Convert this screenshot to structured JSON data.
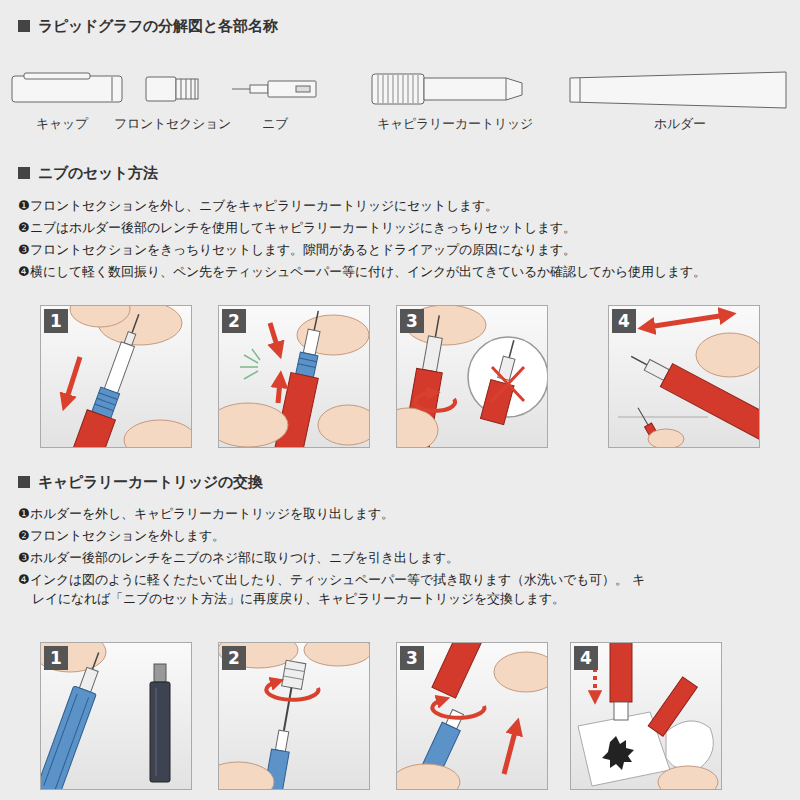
{
  "diagram": {
    "title": "ラピッドグラフの分解図と各部名称",
    "nodes": [
      {
        "text": [
          "1"
        ]
      },
      {
        "text": [
          "2"
        ]
      },
      {
        "text": [
          "3"
        ]
      },
      {
        "text": [
          "4"
        ]
      },
      {
        "text": [
          "1"
        ]
      },
      {
        "text": [
          "2"
        ]
      },
      {
        "text": [
          "3"
        ]
      },
      {
        "text": [
          "4"
        ]
      }
    ],
    "labels": [
      "キャップ",
      "フロントセクション",
      "ニブ",
      "キャピラリーカートリッジ",
      "ホルダー",
      "ニブのセット方法",
      "❶フロントセクションを外し、ニブをキャピラリーカートリッジにセットします。",
      "❷ニブはホルダー後部のレンチを使用してキャピラリーカートリッジにきっちりセットします。",
      "❸フロントセクションをきっちりセットします。隙間があるとドライアップの原因になります。",
      "❹横にして軽く数回振り、ペン先をティッシュペーパー等に付け、インクが出てきているか確認してから使用します。",
      "キャピラリーカートリッジの交換",
      "❶ホルダーを外し、キャピラリーカートリッジを取り出します。",
      "❷フロントセクションを外します。",
      "❸ホルダー後部のレンチをニブのネジ部に取りつけ、ニブを引き出します。",
      "❹インクは図のように軽くたたいて出したり、ティッシュペーパー等で拭き取ります（水洗いでも可）。 キレイになれば「ニブのセット方法」に再度戻り、キャピラリーカートリッジを交換します。"
    ]
  }
}
